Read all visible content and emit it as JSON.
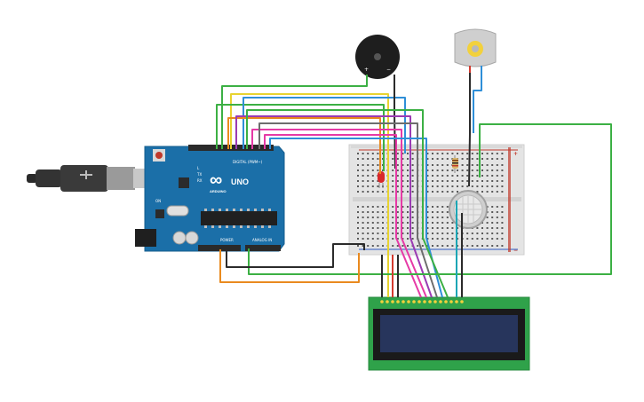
{
  "arduino": {
    "brand_text": "ARDUINO",
    "model_text": "UNO",
    "digital_header_label": "DIGITAL (PWM~)",
    "power_header_label": "POWER",
    "analog_header_label": "ANALOG IN",
    "led_labels": [
      "TX",
      "RX",
      "L"
    ],
    "on_label": "ON",
    "board_color": "#1b6fa8",
    "logo_text": "∞"
  },
  "breadboard": {
    "rail_plus": "+",
    "rail_minus": "−"
  },
  "buzzer": {
    "plus_label": "+",
    "minus_label": "−"
  },
  "components": [
    {
      "name": "arduino-uno",
      "label": "Arduino Uno"
    },
    {
      "name": "breadboard",
      "label": "Breadboard"
    },
    {
      "name": "piezo-buzzer",
      "label": "Piezo"
    },
    {
      "name": "dc-motor",
      "label": "DC Motor"
    },
    {
      "name": "gas-sensor",
      "label": "Gas Sensor"
    },
    {
      "name": "red-led",
      "label": "LED"
    },
    {
      "name": "resistor",
      "label": "Resistor"
    },
    {
      "name": "lcd-16x2",
      "label": "LCD 16x2"
    }
  ],
  "wire_colors": {
    "green": "#3cb044",
    "yellow": "#e8d330",
    "orange": "#e98a1f",
    "blue": "#2f8fd8",
    "purple": "#9b3bb3",
    "magenta": "#e63aa6",
    "black": "#2b2b2b",
    "red": "#d33a2f",
    "teal": "#1ca6b5",
    "gray": "#6d6d6d"
  }
}
